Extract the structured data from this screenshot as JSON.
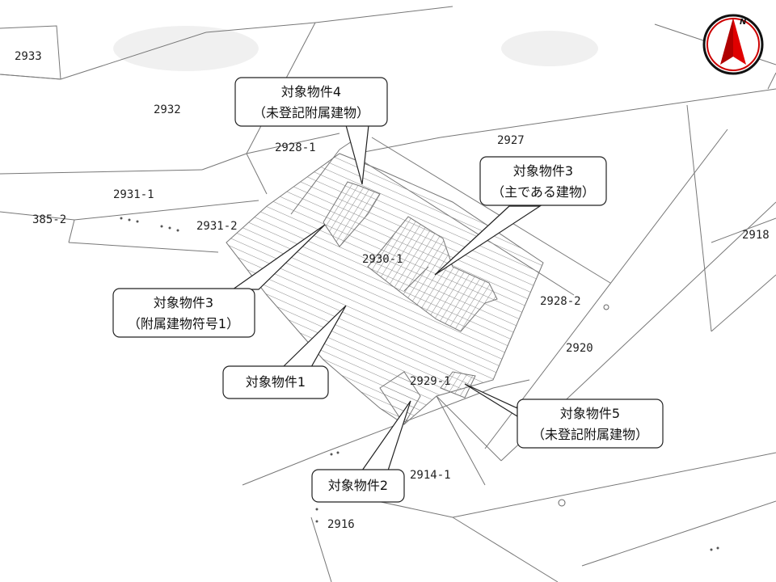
{
  "compass": {
    "letter": "N",
    "icon": "north-arrow-icon"
  },
  "parcels": [
    "2933",
    "2932",
    "2928-1",
    "2931-1",
    "385-2",
    "2931-2",
    "2927",
    "2918",
    "2930-1",
    "2928-2",
    "2920",
    "2929-1",
    "2914-1",
    "2916"
  ],
  "callouts": {
    "obj4": {
      "line1": "対象物件4",
      "line2": "（未登記附属建物）"
    },
    "obj3_main": {
      "line1": "対象物件3",
      "line2": "（主である建物）"
    },
    "obj3_annex": {
      "line1": "対象物件3",
      "line2": "（附属建物符号1）"
    },
    "obj1": {
      "line1": "対象物件1"
    },
    "obj5": {
      "line1": "対象物件5",
      "line2": "（未登記附属建物）"
    },
    "obj2": {
      "line1": "対象物件2"
    }
  },
  "colors": {
    "line": "#666666",
    "hatch": "#888888",
    "compass_ring": "#cc0000",
    "compass_arrow": "#d40000",
    "callout_border": "#222222"
  }
}
